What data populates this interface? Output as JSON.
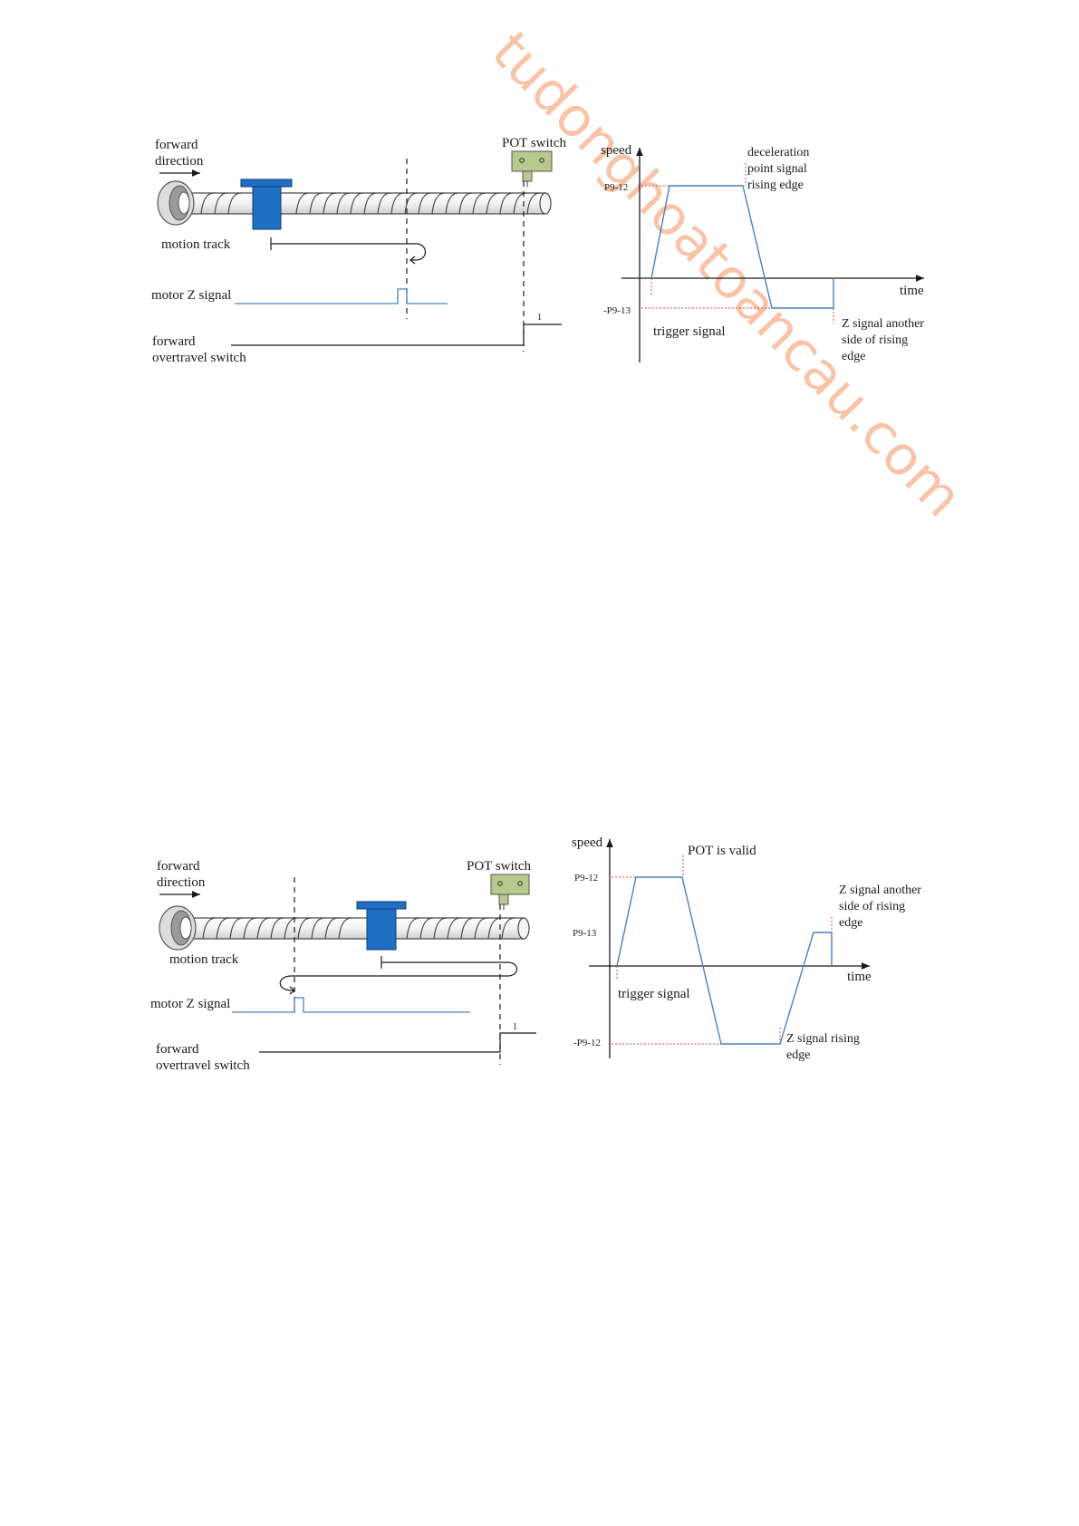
{
  "watermark": "tudonghoatoancau.com",
  "colors": {
    "signal_blue": "#4a7fc0",
    "slider_blue": "#1f6fc4",
    "switch_green": "#b7c98c",
    "dotted_red": "#e04040",
    "watermark_orange": "#f6b08a"
  },
  "diagram_top": {
    "forward_direction": [
      "forward",
      "direction"
    ],
    "pot_switch": "POT switch",
    "motion_track": "motion track",
    "motor_z_signal": "motor Z signal",
    "forward_overtravel": [
      "forward",
      "overtravel switch"
    ],
    "level_one": "1",
    "speed": "speed",
    "time": "time",
    "p912": "P9-12",
    "neg_p913": "-P9-13",
    "decel_label": [
      "deceleration",
      "point signal",
      "rising edge"
    ],
    "trigger_signal": "trigger signal",
    "z_another": [
      "Z signal another",
      "side of rising",
      "edge"
    ]
  },
  "diagram_bottom": {
    "forward_direction": [
      "forward",
      "direction"
    ],
    "pot_switch": "POT switch",
    "motion_track": "motion track",
    "motor_z_signal": "motor Z signal",
    "forward_overtravel": [
      "forward",
      "overtravel switch"
    ],
    "level_one": "1",
    "speed": "speed",
    "time": "time",
    "p912": "P9-12",
    "p913": "P9-13",
    "neg_p912": "-P9-12",
    "pot_valid": "POT is valid",
    "z_another": [
      "Z signal another",
      "side of rising",
      "edge"
    ],
    "trigger_signal": "trigger signal",
    "z_rising": [
      "Z signal rising",
      "edge"
    ]
  }
}
